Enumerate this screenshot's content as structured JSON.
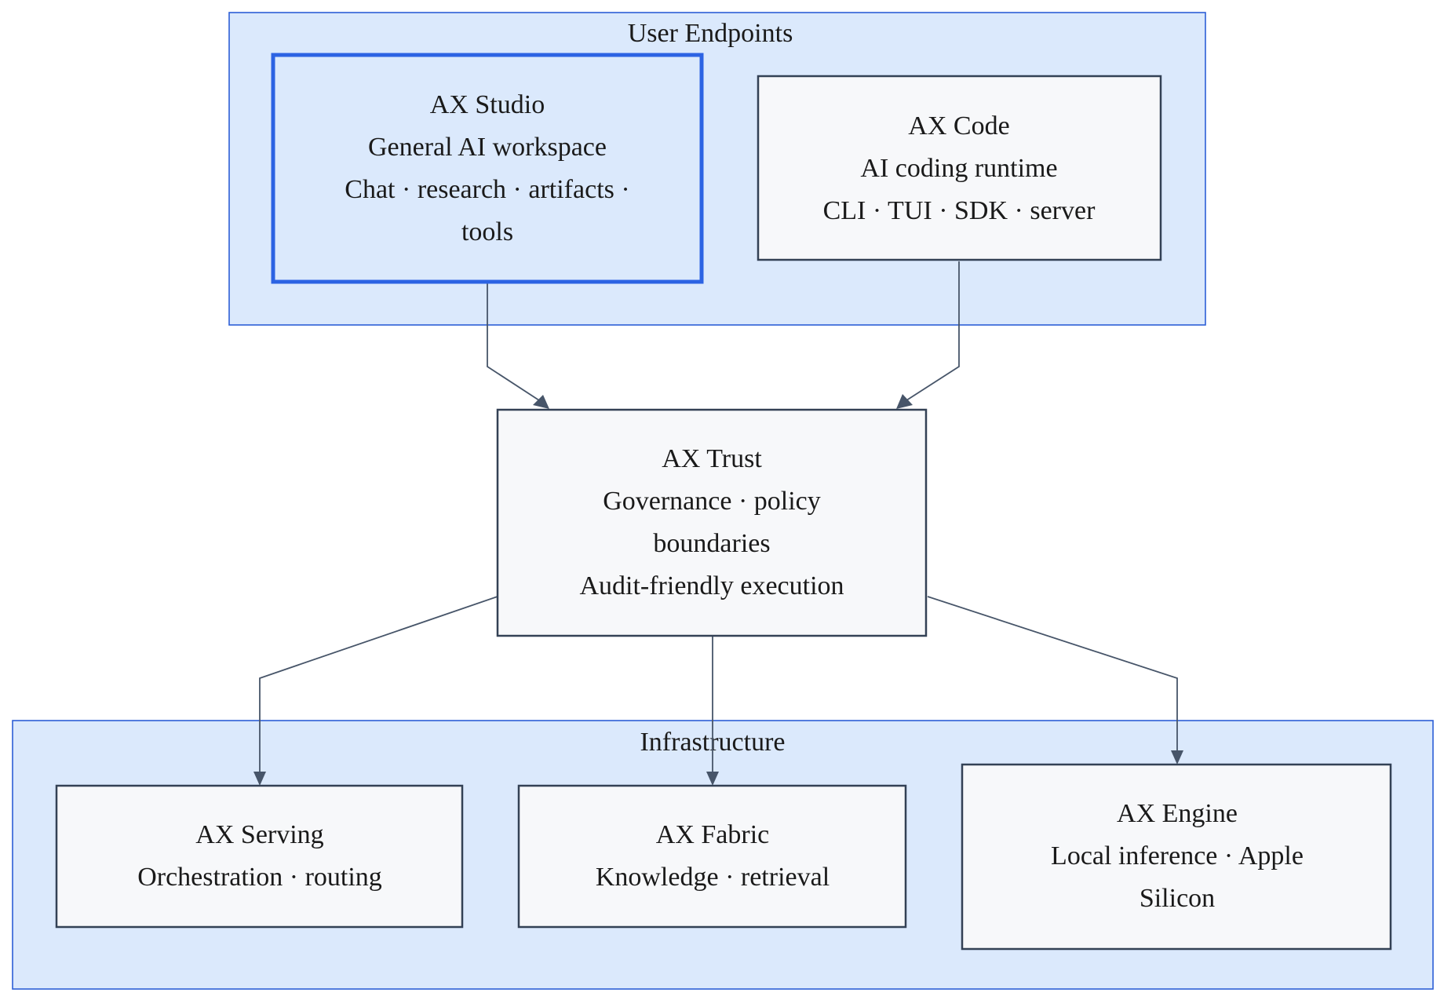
{
  "colors": {
    "cluster_fill": "#dbe9fc",
    "cluster_stroke": "#2c5fd6",
    "node_fill": "#f7f8fa",
    "node_stroke": "#334155",
    "highlight_stroke": "#2c63e3",
    "edge": "#475569"
  },
  "clusters": {
    "user_endpoints": {
      "label": "User Endpoints"
    },
    "infrastructure": {
      "label": "Infrastructure"
    }
  },
  "nodes": {
    "studio": {
      "lines": [
        "AX Studio",
        "General AI workspace",
        "Chat · research · artifacts ·",
        "tools"
      ],
      "highlighted": true
    },
    "code": {
      "lines": [
        "AX Code",
        "AI coding runtime",
        "CLI · TUI · SDK · server"
      ]
    },
    "trust": {
      "lines": [
        "AX Trust",
        "Governance · policy",
        "boundaries",
        "Audit-friendly execution"
      ]
    },
    "serving": {
      "lines": [
        "AX Serving",
        "Orchestration · routing"
      ]
    },
    "fabric": {
      "lines": [
        "AX Fabric",
        "Knowledge · retrieval"
      ]
    },
    "engine": {
      "lines": [
        "AX Engine",
        "Local inference · Apple",
        "Silicon"
      ]
    }
  },
  "edges": [
    {
      "from": "studio",
      "to": "trust"
    },
    {
      "from": "code",
      "to": "trust"
    },
    {
      "from": "trust",
      "to": "serving"
    },
    {
      "from": "trust",
      "to": "fabric"
    },
    {
      "from": "trust",
      "to": "engine"
    }
  ]
}
